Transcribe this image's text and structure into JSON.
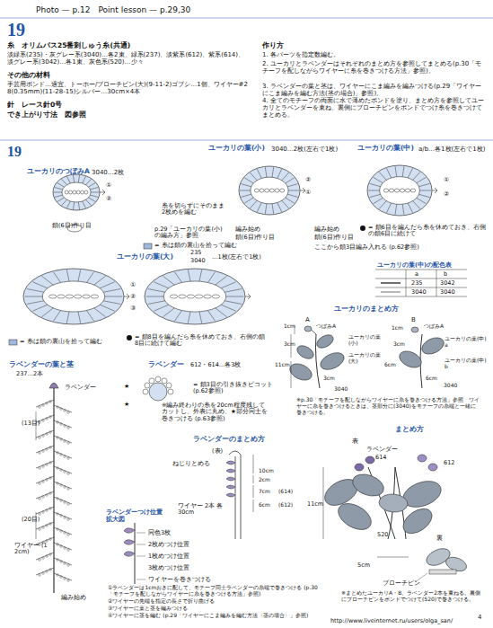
{
  "diagram": {
    "title": "19",
    "labels": [
      "Photo — p.12　Point lesson — p.29,30",
      "糸　オリムパス25番刺しゅう糸(共通)",
      "淡緑系(235)・灰グレー系(3040)…各2束、緑系(237)、淡紫系(612)、紫系(614)、淡グレー系(3042)…各1束、灰色系(520)…少々",
      "その他の材料",
      "手芸用ボンド…適宜、トーホー/ブローチピン(大)(9-11-2)ゴブシ…1個、ワイヤー#28(0.35mm)(11-28-15)シルバー…30cm×4本",
      "針　レース針0号",
      "でき上がり寸法　図参照",
      "作り方",
      "1. 各パーツを指定数編む。",
      "2. ユーカリとラベンダーはそれぞれのまとめ方を参照してまとめる(p.30「モチーフを配しながらワイヤーに糸を巻きつける方法」参照)。",
      "3. ラベンダーの葉と茎は、ワイヤーにこま編みを編みつける(p.29「ワイヤーにこま編みを編む方法(茎の場合)」参照)。",
      "4. 全てのモチーフの両面に水で薄めたボンドを塗り、まとめ方を参照してユーカリとラベンダーを束ね、裏側にブローチピンをボンドでつけ糸を巻きつけてまとめる。",
      "19",
      "ユーカリの葉(小)",
      "3040…2枚(左右で1枚)",
      "ユーカリのつぼみA",
      "3040…2枚",
      "ユーカリの葉(中)",
      "a/b…各1枚(左右で1枚)",
      "①",
      "②",
      "鎖(6目)作り目",
      "糸を切らずにそのまま2枚めを編む",
      "p.29「ユーカリの葉(小)の編み方」参照",
      "= 糸は鎖の裏山を拾って編む",
      "①",
      "②",
      "編み始め",
      "鎖(6目)作り目",
      "①",
      "②",
      "編み始め",
      "鎖(6目)作り目",
      "= 鎖6目を編んだら糸を休めておき、右側の鎖6目に続けて",
      "ここから鎖3目編み入れる (p.62参照)",
      "ユーカリの葉(中)の配色表",
      "a",
      "b",
      "235",
      "3042",
      "3040",
      "3040",
      "ユーカリの葉(大)",
      "235",
      "3040",
      "…1枚(左右で1枚)",
      "①",
      "②",
      "③",
      "= 糸は鎖の裏山を拾って編む",
      "= 鎖8目を編んだら糸を休めておき、右側の鎖8目に続けて編む",
      "ユーカリのまとめ方",
      "A",
      "B",
      "1cm",
      "つぼみA",
      "ユーカリの葉(小)",
      "ユーカリの葉(大)",
      "3cm",
      "11cm",
      "3cm",
      "1cm",
      "つぼみA",
      "ユーカリの葉(中) a",
      "ユーカリの葉(中) b",
      "3cm",
      "6cm",
      "6cm",
      "3040",
      "3040",
      "※p.30「モチーフを配しながらワイヤーに糸を巻きつける方法」参照　ワイヤーに糸を巻きつけるときは、茎部分に(3040)をモチーフの糸端と一緒に巻きつける。",
      "ラベンダーの葉と茎",
      "237…2本",
      "ラベンダー",
      "(13目)",
      "(20目)",
      "ワイヤー (12cm)",
      "編み始め",
      "ラベンダー",
      "612・614…各3枚",
      "= 鎖3目の引き抜きピコット (p.62参照)",
      "★",
      "★",
      "※編み終わりの糸を20cm程度残してカットし、外表に丸め、★部分同士を巻きつける (p.63参照)",
      "ラベンダーのまとめ方",
      "(表)",
      "ねじりとめる",
      "10cm",
      "2cm",
      "7cm",
      "(614)",
      "6cm",
      "(612)",
      "ワイヤー 2本 各30cm",
      "ラベンダーつけ位置 拡大図",
      "同色3枚",
      "2枚めつけ位置",
      "1枚めつけ位置",
      "3枚めつけ位置",
      "ワイヤーを巻きつける",
      "①ラベンダーは1cmおきに配して、モチーフ同士ラベンダーの糸端で巻きつける (p.30「モチーフを配しながらワイヤーに糸を巻きつける方法」参照)",
      "②ワイヤーの先端を指定の長さで折り曲げる",
      "③ワイヤーに葉と茎を編みつける",
      "④ワイヤーに茎を編む (p.29「ワイヤーにこま編みを編む方法〈茎の場合〉」参照)",
      "まとめ方",
      "表",
      "ラベンダー",
      "614",
      "612",
      "11cm",
      "520",
      "5cm",
      "裏",
      "ブローチピン",
      "※まとめたユーカリA・B、ラベンダー2本を束ねる。裏側にブローチピンをボンドでつけて(520)で巻きつける。",
      "http://www.liveinternet.ru/users/olga_san/",
      "4"
    ]
  }
}
